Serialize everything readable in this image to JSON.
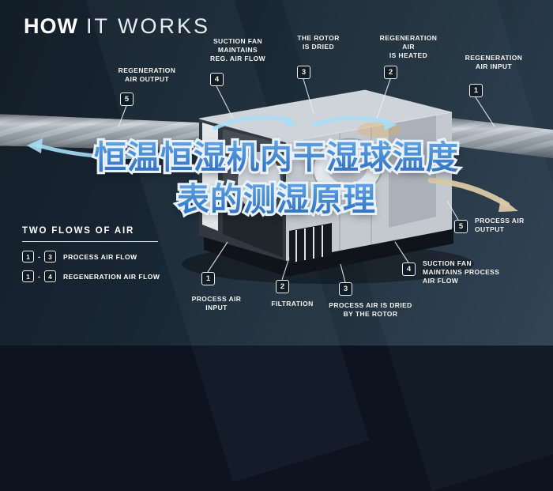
{
  "title": {
    "bold": "HOW",
    "light": "IT WORKS"
  },
  "overlay_title": {
    "line1": "恒温恒湿机内干湿球温度",
    "line2": "表的测湿原理"
  },
  "callouts": [
    {
      "num": "5",
      "lines": [
        "REGENERATION",
        "AIR OUTPUT"
      ]
    },
    {
      "num": "4",
      "lines": [
        "SUCTION FAN",
        "MAINTAINS",
        "REG. AIR FLOW"
      ]
    },
    {
      "num": "3",
      "lines": [
        "THE ROTOR",
        "IS DRIED"
      ]
    },
    {
      "num": "2",
      "lines": [
        "REGENERATION AIR",
        "IS HEATED"
      ]
    },
    {
      "num": "1",
      "lines": [
        "REGENERATION",
        "AIR INPUT"
      ]
    },
    {
      "num": "5",
      "lines": [
        "PROCESS AIR",
        "OUTPUT"
      ]
    },
    {
      "num": "4",
      "lines": [
        "SUCTION FAN",
        "MAINTAINS PROCESS",
        "AIR FLOW"
      ]
    },
    {
      "num": "3",
      "lines": [
        "PROCESS AIR IS DRIED",
        "BY THE ROTOR"
      ]
    },
    {
      "num": "2",
      "lines": [
        "FILTRATION"
      ]
    },
    {
      "num": "1",
      "lines": [
        "PROCESS AIR",
        "INPUT"
      ]
    }
  ],
  "legend": {
    "heading": "TWO FLOWS OF AIR",
    "rows": [
      {
        "start": "1",
        "sep": "-",
        "end": "3",
        "label": "PROCESS AIR FLOW"
      },
      {
        "start": "1",
        "sep": "-",
        "end": "4",
        "label": "REGENERATION AIR FLOW"
      }
    ]
  },
  "colors": {
    "background": "#1a2833",
    "overlay_text_blue": "#3b7cc9",
    "overlay_text_outline": "#e9f2fb",
    "machine_gray": "#c9ced4",
    "airflow_blue": "#a9def5",
    "airflow_tan": "#d9c9a4",
    "badge_border": "#edf0f2",
    "badge_text": "#f7f1dc"
  }
}
